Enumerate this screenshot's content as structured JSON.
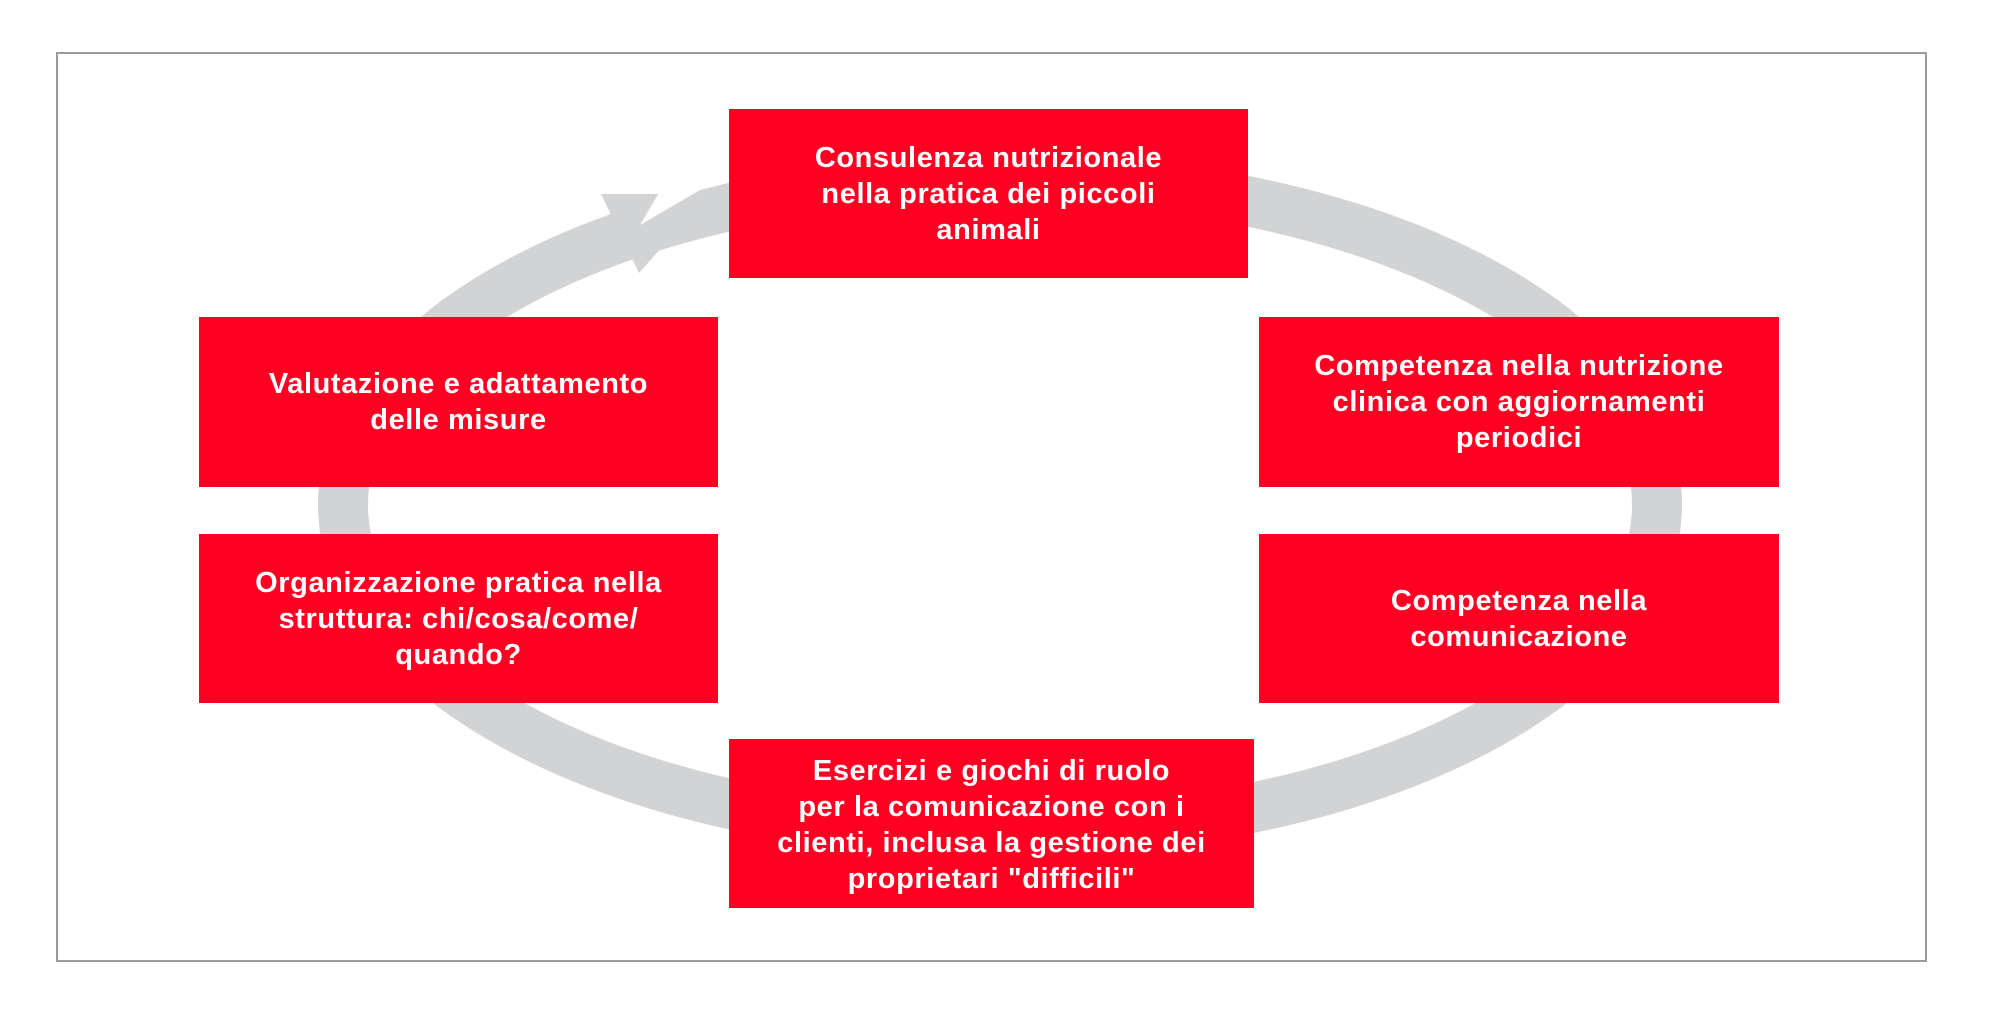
{
  "diagram": {
    "type": "cycle",
    "colors": {
      "box_fill": "#ff0022",
      "box_text": "#ffffff",
      "ring": "#d1d3d4",
      "frame_border": "#9a9b9c",
      "background": "#ffffff"
    },
    "nodes": [
      {
        "id": "top",
        "label": "Consulenza nutrizionale\nnella pratica dei piccoli\nanimali"
      },
      {
        "id": "right-upper",
        "label": "Competenza nella nutrizione\nclinica con aggiornamenti\nperiodici"
      },
      {
        "id": "right-lower",
        "label": "Competenza nella\ncomunicazione"
      },
      {
        "id": "bottom",
        "label": "Esercizi e giochi di ruolo\nper la comunicazione con i\nclienti, inclusa la gestione dei\nproprietari \"difficili\""
      },
      {
        "id": "left-lower",
        "label": "Organizzazione pratica nella\nstruttura: chi/cosa/come/\nquando?"
      },
      {
        "id": "left-upper",
        "label": "Valutazione e adattamento\ndelle misure"
      }
    ],
    "flow": "clockwise",
    "arrow": {
      "icon": "curved-arrow-icon",
      "direction": "from left-upper to top"
    }
  }
}
